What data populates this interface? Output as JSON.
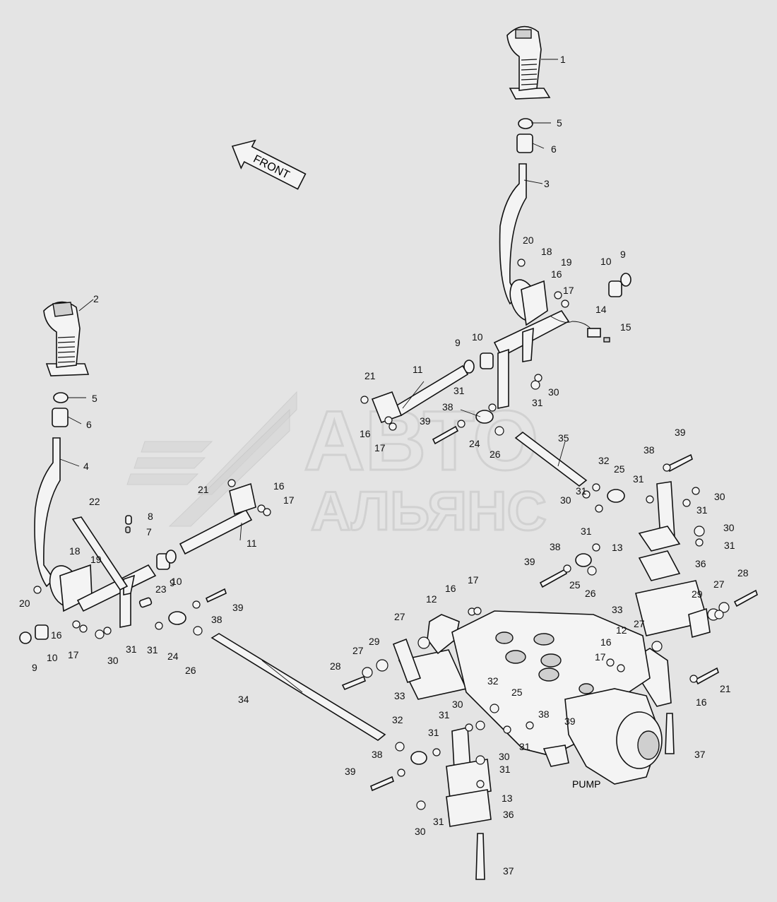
{
  "direction_label": "FRONT",
  "pump_label": "PUMP",
  "watermark": {
    "line1": "АВТО",
    "line2": "АЛЬЯНС"
  },
  "callouts": [
    {
      "id": "c1",
      "text": "1"
    },
    {
      "id": "c2",
      "text": "2"
    },
    {
      "id": "c3",
      "text": "3"
    },
    {
      "id": "c4",
      "text": "4"
    },
    {
      "id": "c5a",
      "text": "5"
    },
    {
      "id": "c5b",
      "text": "5"
    },
    {
      "id": "c6a",
      "text": "6"
    },
    {
      "id": "c6b",
      "text": "6"
    },
    {
      "id": "c7",
      "text": "7"
    },
    {
      "id": "c8",
      "text": "8"
    },
    {
      "id": "c9a",
      "text": "9"
    },
    {
      "id": "c9b",
      "text": "9"
    },
    {
      "id": "c9c",
      "text": "9"
    },
    {
      "id": "c9d",
      "text": "9"
    },
    {
      "id": "c10a",
      "text": "10"
    },
    {
      "id": "c10b",
      "text": "10"
    },
    {
      "id": "c10c",
      "text": "10"
    },
    {
      "id": "c10d",
      "text": "10"
    },
    {
      "id": "c11a",
      "text": "11"
    },
    {
      "id": "c11b",
      "text": "11"
    },
    {
      "id": "c12a",
      "text": "12"
    },
    {
      "id": "c12b",
      "text": "12"
    },
    {
      "id": "c13a",
      "text": "13"
    },
    {
      "id": "c13b",
      "text": "13"
    },
    {
      "id": "c14",
      "text": "14"
    },
    {
      "id": "c15",
      "text": "15"
    },
    {
      "id": "c16a",
      "text": "16"
    },
    {
      "id": "c16b",
      "text": "16"
    },
    {
      "id": "c16c",
      "text": "16"
    },
    {
      "id": "c16d",
      "text": "16"
    },
    {
      "id": "c16e",
      "text": "16"
    },
    {
      "id": "c16f",
      "text": "16"
    },
    {
      "id": "c16g",
      "text": "16"
    },
    {
      "id": "c17a",
      "text": "17"
    },
    {
      "id": "c17b",
      "text": "17"
    },
    {
      "id": "c17c",
      "text": "17"
    },
    {
      "id": "c17d",
      "text": "17"
    },
    {
      "id": "c17e",
      "text": "17"
    },
    {
      "id": "c17f",
      "text": "17"
    },
    {
      "id": "c18a",
      "text": "18"
    },
    {
      "id": "c18b",
      "text": "18"
    },
    {
      "id": "c19a",
      "text": "19"
    },
    {
      "id": "c19b",
      "text": "19"
    },
    {
      "id": "c20a",
      "text": "20"
    },
    {
      "id": "c20b",
      "text": "20"
    },
    {
      "id": "c21a",
      "text": "21"
    },
    {
      "id": "c21b",
      "text": "21"
    },
    {
      "id": "c21c",
      "text": "21"
    },
    {
      "id": "c22",
      "text": "22"
    },
    {
      "id": "c23",
      "text": "23"
    },
    {
      "id": "c24a",
      "text": "24"
    },
    {
      "id": "c24b",
      "text": "24"
    },
    {
      "id": "c25a",
      "text": "25"
    },
    {
      "id": "c25b",
      "text": "25"
    },
    {
      "id": "c25c",
      "text": "25"
    },
    {
      "id": "c26a",
      "text": "26"
    },
    {
      "id": "c26b",
      "text": "26"
    },
    {
      "id": "c26c",
      "text": "26"
    },
    {
      "id": "c27a",
      "text": "27"
    },
    {
      "id": "c27b",
      "text": "27"
    },
    {
      "id": "c27c",
      "text": "27"
    },
    {
      "id": "c27d",
      "text": "27"
    },
    {
      "id": "c28a",
      "text": "28"
    },
    {
      "id": "c28b",
      "text": "28"
    },
    {
      "id": "c29a",
      "text": "29"
    },
    {
      "id": "c29b",
      "text": "29"
    },
    {
      "id": "c30a",
      "text": "30"
    },
    {
      "id": "c30b",
      "text": "30"
    },
    {
      "id": "c30c",
      "text": "30"
    },
    {
      "id": "c30d",
      "text": "30"
    },
    {
      "id": "c30e",
      "text": "30"
    },
    {
      "id": "c30f",
      "text": "30"
    },
    {
      "id": "c30g",
      "text": "30"
    },
    {
      "id": "c30h",
      "text": "30"
    },
    {
      "id": "c30i",
      "text": "30"
    },
    {
      "id": "c31a",
      "text": "31"
    },
    {
      "id": "c31b",
      "text": "31"
    },
    {
      "id": "c31c",
      "text": "31"
    },
    {
      "id": "c31d",
      "text": "31"
    },
    {
      "id": "c31e",
      "text": "31"
    },
    {
      "id": "c31f",
      "text": "31"
    },
    {
      "id": "c31g",
      "text": "31"
    },
    {
      "id": "c31h",
      "text": "31"
    },
    {
      "id": "c31i",
      "text": "31"
    },
    {
      "id": "c31j",
      "text": "31"
    },
    {
      "id": "c31k",
      "text": "31"
    },
    {
      "id": "c31l",
      "text": "31"
    },
    {
      "id": "c31m",
      "text": "31"
    },
    {
      "id": "c31n",
      "text": "31"
    },
    {
      "id": "c31o",
      "text": "31"
    },
    {
      "id": "c32a",
      "text": "32"
    },
    {
      "id": "c32b",
      "text": "32"
    },
    {
      "id": "c32c",
      "text": "32"
    },
    {
      "id": "c33a",
      "text": "33"
    },
    {
      "id": "c33b",
      "text": "33"
    },
    {
      "id": "c34",
      "text": "34"
    },
    {
      "id": "c35",
      "text": "35"
    },
    {
      "id": "c36a",
      "text": "36"
    },
    {
      "id": "c36b",
      "text": "36"
    },
    {
      "id": "c37a",
      "text": "37"
    },
    {
      "id": "c37b",
      "text": "37"
    },
    {
      "id": "c38a",
      "text": "38"
    },
    {
      "id": "c38b",
      "text": "38"
    },
    {
      "id": "c38c",
      "text": "38"
    },
    {
      "id": "c38d",
      "text": "38"
    },
    {
      "id": "c38e",
      "text": "38"
    },
    {
      "id": "c38f",
      "text": "38"
    },
    {
      "id": "c39a",
      "text": "39"
    },
    {
      "id": "c39b",
      "text": "39"
    },
    {
      "id": "c39c",
      "text": "39"
    },
    {
      "id": "c39d",
      "text": "39"
    },
    {
      "id": "c39e",
      "text": "39"
    },
    {
      "id": "c39f",
      "text": "39"
    }
  ]
}
